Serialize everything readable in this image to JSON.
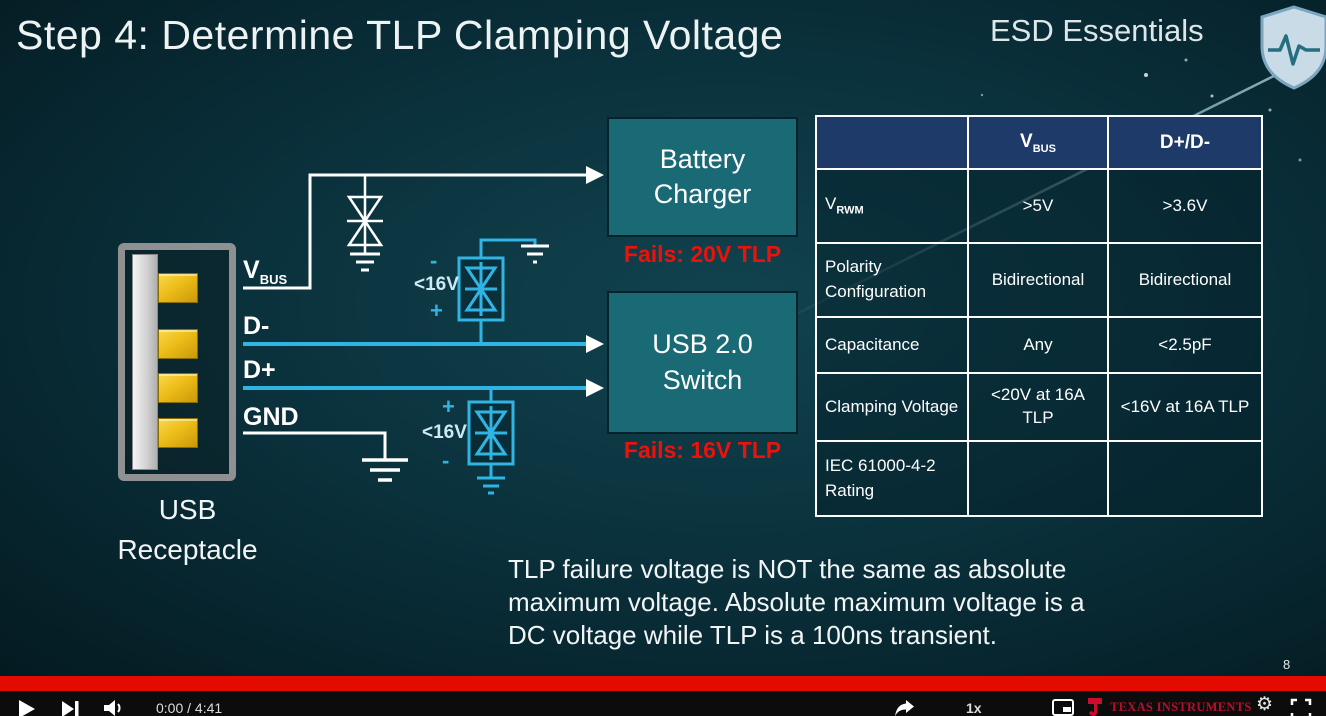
{
  "slide": {
    "title": "Step 4: Determine TLP Clamping Voltage",
    "brand": "ESD Essentials",
    "page_number": "8",
    "note_lines": [
      "TLP failure voltage is NOT the same as absolute",
      "maximum voltage. Absolute maximum voltage is a",
      "DC voltage while TLP is a 100ns transient."
    ]
  },
  "diagram": {
    "receptacle": {
      "line1": "USB",
      "line2": "Receptacle"
    },
    "pins": {
      "vbus_main": "V",
      "vbus_sub": "BUS",
      "dminus": "D-",
      "dplus": "D+",
      "gnd": "GND"
    },
    "tvs_upper": {
      "top_sign": "-",
      "limit": "<16V",
      "bottom_sign": "+"
    },
    "tvs_lower": {
      "top_sign": "+",
      "limit": "<16V",
      "bottom_sign": "-"
    },
    "battery_charger": {
      "line1": "Battery",
      "line2": "Charger",
      "fail": "Fails: 20V TLP"
    },
    "usb_switch": {
      "line1": "USB 2.0",
      "line2": "Switch",
      "fail": "Fails: 16V TLP"
    }
  },
  "table": {
    "header": {
      "blank": "",
      "vbus_main": "V",
      "vbus_sub": "BUS",
      "dpdm": "D+/D-"
    },
    "rows": [
      {
        "label_main": "V",
        "label_sub": "RWM",
        "vbus": ">5V",
        "dpdm": ">3.6V"
      },
      {
        "label": "Polarity Configuration",
        "vbus": "Bidirectional",
        "dpdm": "Bidirectional"
      },
      {
        "label": "Capacitance",
        "vbus": "Any",
        "dpdm": "<2.5pF"
      },
      {
        "label": "Clamping Voltage",
        "vbus": "<20V at 16A TLP",
        "dpdm": "<16V at 16A TLP"
      },
      {
        "label": "IEC 61000-4-2 Rating",
        "vbus": "",
        "dpdm": ""
      }
    ]
  },
  "player": {
    "time": "0:00 / 4:41",
    "speed": "1x",
    "brand": "TEXAS INSTRUMENTS"
  },
  "colors": {
    "slide_bg": "#0a313c",
    "accent_red": "#ea120b",
    "wire_blue": "#2fb4e4",
    "box_teal": "#196a75",
    "table_header_blue": "#1e3a68",
    "pin_gold": "#edbd19",
    "progress_red": "#e30b00"
  }
}
